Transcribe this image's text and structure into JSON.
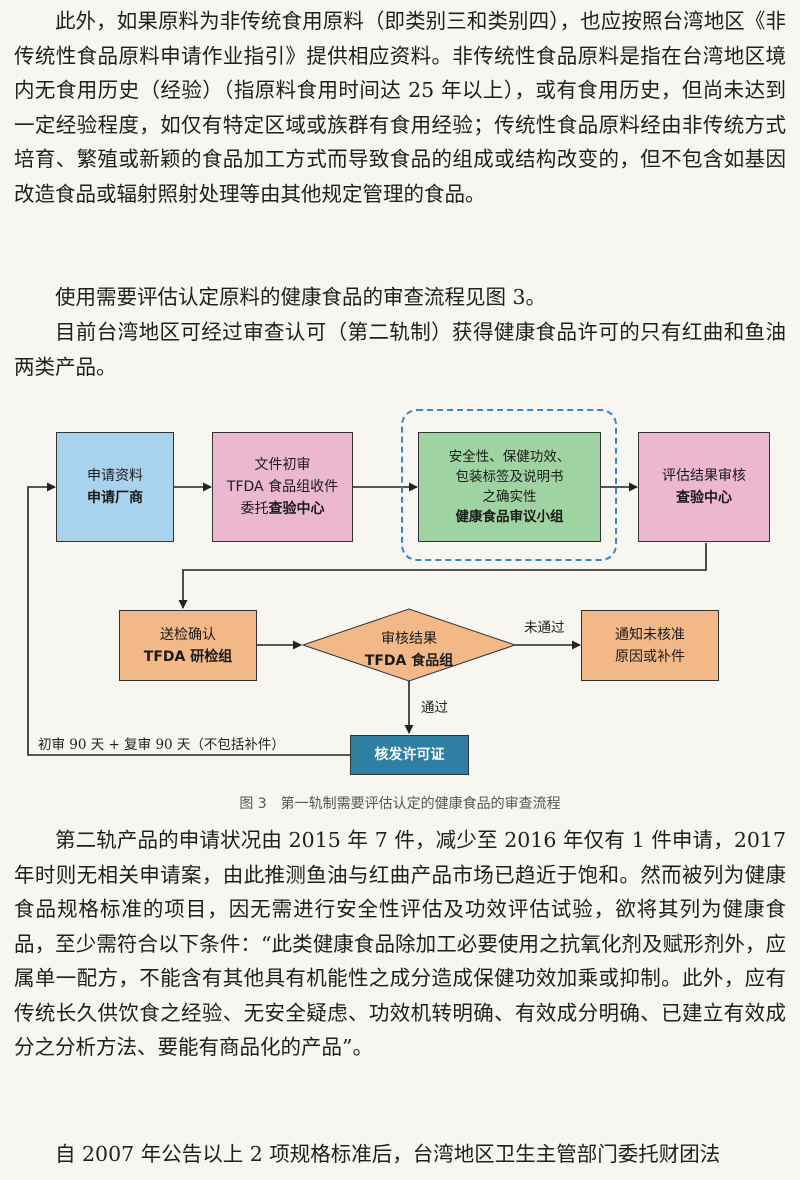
{
  "paragraphs": {
    "p1": "此外，如果原料为非传统食用原料（即类别三和类别四），也应按照台湾地区《非传统性食品原料申请作业指引》提供相应资料。非传统性食品原料是指在台湾地区境内无食用历史（经验）（指原料食用时间达 25 年以上），或有食用历史，但尚未达到一定经验程度，如仅有特定区域或族群有食用经验；传统性食品原料经由非传统方式培育、繁殖或新颖的食品加工方式而导致食品的组成或结构改变的，但不包含如基因改造食品或辐射照射处理等由其他规定管理的食品。",
    "p2": "使用需要评估认定原料的健康食品的审查流程见图 3。",
    "p3": "目前台湾地区可经过审查认可（第二轨制）获得健康食品许可的只有红曲和鱼油两类产品。",
    "p4": "第二轨产品的申请状况由 2015 年 7 件，减少至 2016 年仅有 1 件申请，2017 年时则无相关申请案，由此推测鱼油与红曲产品市场已趋近于饱和。然而被列为健康食品规格标准的项目，因无需进行安全性评估及功效评估试验，欲将其列为健康食品，至少需符合以下条件：“此类健康食品除加工必要使用之抗氧化剂及赋形剂外，应属单一配方，不能含有其他具有机能性之成分造成保健功效加乘或抑制。此外，应有传统长久供饮食之经验、无安全疑虑、功效机转明确、有效成分明确、已建立有效成分之分析方法、要能有商品化的产品”。",
    "p5": "自 2007 年公告以上 2 项规格标准后，台湾地区卫生主管部门委托财团法"
  },
  "flowchart": {
    "apply": {
      "line1": "申请资料",
      "line2": "申请厂商"
    },
    "first_review": {
      "line1": "文件初审",
      "line2": "TFDA 食品组收件",
      "line3_prefix": "委托",
      "line3_bold": "查验中心"
    },
    "committee": {
      "line1": "安全性、保健功效、",
      "line2": "包装标签及说明书",
      "line3": "之确实性",
      "line4": "健康食品审议小组"
    },
    "evaluation": {
      "line1": "评估结果审核",
      "line2": "查验中心"
    },
    "inspection": {
      "line1": "送检确认",
      "line2": "TFDA 研检组"
    },
    "decision": {
      "line1": "审核结果",
      "line2": "TFDA 食品组"
    },
    "notify": {
      "line1": "通知未核准",
      "line2": "原因或补件"
    },
    "issue": {
      "label": "核发许可证"
    },
    "label_fail": "未通过",
    "label_pass": "通过",
    "label_timeline": "初审 90 天 + 复审 90 天（不包括补件）"
  },
  "caption": "图 3　第一轨制需要评估认定的健康食品的审查流程",
  "colors": {
    "apply": "#a9d3ec",
    "review": "#ebb8cf",
    "committee": "#9fd3a1",
    "testing": "#f2b887",
    "issue": "#2f7fa3",
    "dashed_border": "#3a86c8"
  }
}
